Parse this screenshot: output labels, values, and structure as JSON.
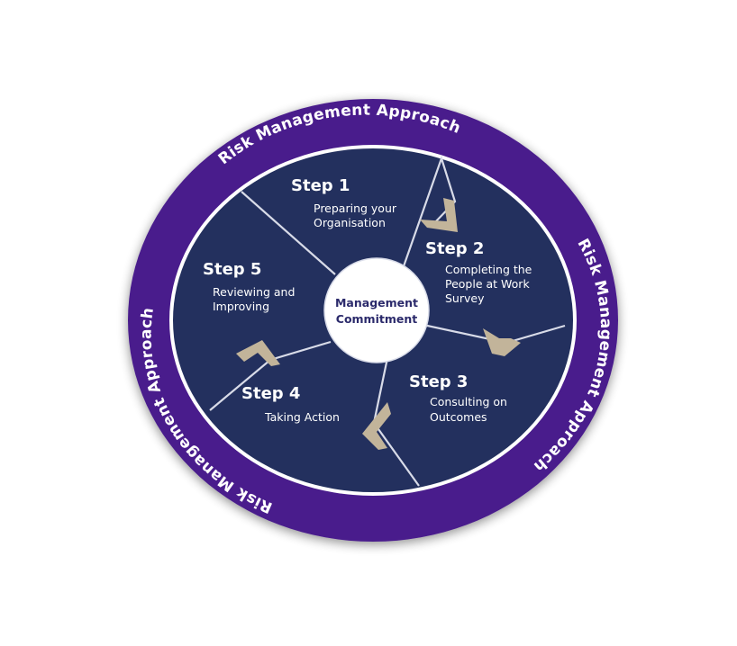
{
  "ring": {
    "top_label": "Risk Management Approach",
    "right_label": "Risk Management Approach",
    "left_label": "Risk Management Approach"
  },
  "center": {
    "line1": "Management",
    "line2": "Commitment"
  },
  "steps": [
    {
      "title": "Step 1",
      "desc1": "Preparing your",
      "desc2": "Organisation",
      "desc3": ""
    },
    {
      "title": "Step 2",
      "desc1": "Completing the",
      "desc2": "People at Work",
      "desc3": "Survey"
    },
    {
      "title": "Step 3",
      "desc1": "Consulting on",
      "desc2": "Outcomes",
      "desc3": ""
    },
    {
      "title": "Step 4",
      "desc1": "Taking Action",
      "desc2": "",
      "desc3": ""
    },
    {
      "title": "Step 5",
      "desc1": "Reviewing and",
      "desc2": "Improving",
      "desc3": ""
    }
  ],
  "colors": {
    "ring": "#4a1d8c",
    "inner": "#23305e",
    "divider": "#d8dbe8",
    "chevron": "#c2b49a",
    "center_fill": "#ffffff",
    "center_text": "#2b2a6b"
  },
  "icons": [
    "chevron-arrow-icon"
  ]
}
